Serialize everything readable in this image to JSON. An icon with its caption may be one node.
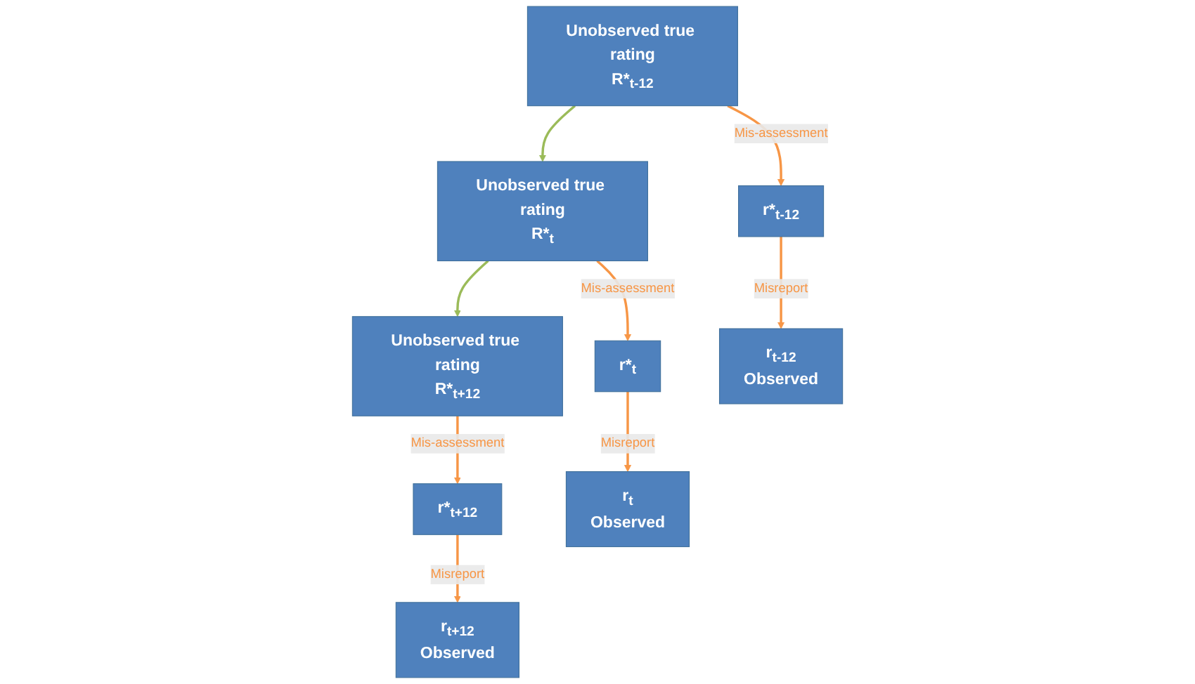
{
  "diagram": {
    "nodes": [
      {
        "text": [
          "Unobserved true rating",
          "R*$_{t-12}$"
        ]
      },
      {
        "text": [
          "Unobserved true rating",
          "R*$_{t}$"
        ]
      },
      {
        "text": [
          "Unobserved true rating",
          "R*$_{t+12}$"
        ]
      },
      {
        "text": [
          "r*$_{t-12}$"
        ]
      },
      {
        "text": [
          "r*$_{t}$"
        ]
      },
      {
        "text": [
          "r*$_{t+12}$"
        ]
      },
      {
        "text": [
          "r$_{t-12}$",
          "Observed"
        ]
      },
      {
        "text": [
          "r$_{t}$",
          "Observed"
        ]
      },
      {
        "text": [
          "r$_{t+12}$",
          "Observed"
        ]
      }
    ],
    "edges": [
      {
        "from": 0,
        "to": 1,
        "arrow": "to",
        "color": "#9bbb59"
      },
      {
        "from": 1,
        "to": 2,
        "arrow": "to",
        "color": "#9bbb59"
      },
      {
        "from": 0,
        "to": 3,
        "arrow": "to",
        "label": "Mis-assessment"
      },
      {
        "from": 1,
        "to": 4,
        "arrow": "to",
        "label": "Mis-assessment"
      },
      {
        "from": 2,
        "to": 5,
        "arrow": "to",
        "label": "Mis-assessment"
      },
      {
        "from": 3,
        "to": 6,
        "arrow": "to",
        "label": "Misreport"
      },
      {
        "from": 4,
        "to": 7,
        "arrow": "to",
        "label": "Misreport"
      },
      {
        "from": 5,
        "to": 8,
        "arrow": "to",
        "label": "Misreport"
      }
    ]
  }
}
